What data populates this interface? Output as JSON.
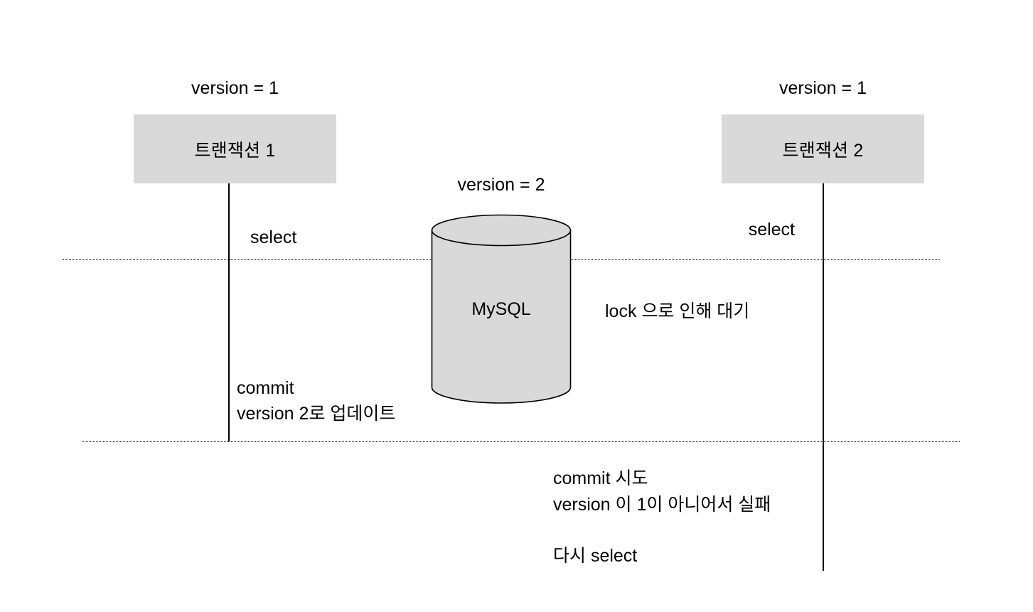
{
  "diagram": {
    "title": "MySQL optimistic-lock transaction sequence",
    "colors": {
      "box_fill": "#d9d9d9",
      "cylinder_fill": "#d9d9d9",
      "stroke": "#000000",
      "background": "#ffffff"
    }
  },
  "transaction_left": {
    "version_label": "version = 1",
    "box_label": "트랜잭션 1",
    "steps": {
      "select": "select",
      "commit": "commit",
      "update": "version 2로 업데이트"
    }
  },
  "transaction_right": {
    "version_label": "version = 1",
    "box_label": "트랜잭션 2",
    "steps": {
      "select": "select",
      "waiting": "lock 으로 인해 대기",
      "commit_attempt": "commit 시도",
      "commit_fail": "version 이 1이 아니어서 실패",
      "reselect": "다시 select"
    }
  },
  "database": {
    "version_label": "version = 2",
    "name": "MySQL"
  }
}
